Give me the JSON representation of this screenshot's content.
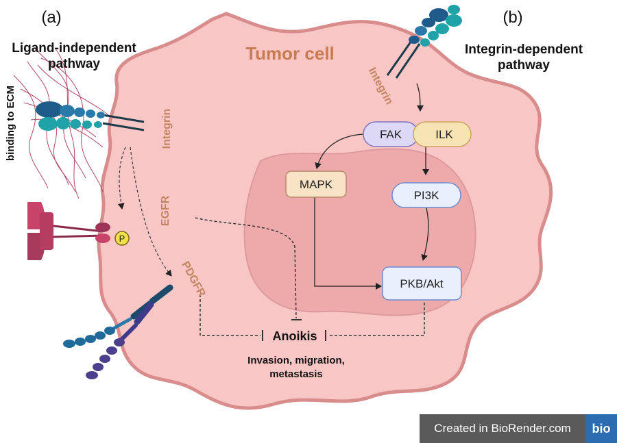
{
  "panel_labels": {
    "a": "(a)",
    "b": "(b)"
  },
  "cell_title": "Tumor cell",
  "left_pathway": {
    "line1": "Ligand-independent",
    "line2": "pathway"
  },
  "right_pathway": {
    "line1": "Integrin-dependent",
    "line2": "pathway"
  },
  "binding_label": "binding to ECM",
  "receptor_labels": {
    "integrin_left": "Integrin",
    "integrin_right": "Integrin",
    "egfr": "EGFR",
    "pdgfr": "PDGFR"
  },
  "phospho_label": "P",
  "nodes": {
    "fak": "FAK",
    "ilk": "ILK",
    "mapk": "MAPK",
    "pi3k": "PI3K",
    "pkb": "PKB/Akt"
  },
  "outcome": {
    "anoikis": "Anoikis",
    "line1": "Invasion, migration,",
    "line2": "metastasis"
  },
  "watermark": {
    "text": "Created in BioRender.com",
    "logo": "bio"
  },
  "colors": {
    "cell_fill": "#f9c6c6",
    "cell_stroke": "#d98c8c",
    "nucleus_fill": "#eea9ab",
    "label_brown": "#c28560",
    "fak_fill": "#dcd8f5",
    "ilk_fill": "#f8e3b4",
    "mapk_fill": "#f8e3c7",
    "pi3k_fill": "#e9effd",
    "pkb_fill": "#e9effd"
  }
}
